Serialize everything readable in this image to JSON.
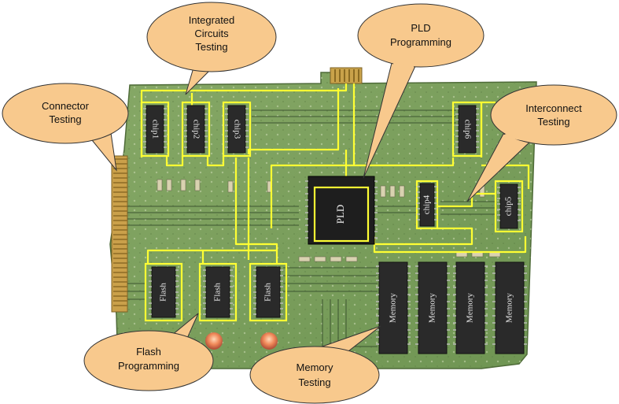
{
  "callouts": {
    "integrated": [
      "Integrated",
      "Circuits",
      "Testing"
    ],
    "pld": [
      "PLD",
      "Programming"
    ],
    "connector": [
      "Connector",
      "Testing"
    ],
    "interconnect": [
      "Interconnect",
      "Testing"
    ],
    "flash": [
      "Flash",
      "Programming"
    ],
    "memory": [
      "Memory",
      "Testing"
    ]
  },
  "chips": {
    "chip1": "chip1",
    "chip2": "chip2",
    "chip3": "chip3",
    "chip4": "chip4",
    "chip5": "chip5",
    "chip6": "chip6",
    "pld": "PLD",
    "flash": "Flash",
    "memory": "Memory"
  },
  "colors": {
    "board": "#7fa35e",
    "trace": "#ffff33",
    "callout_fill": "#f8c98d",
    "chip": "#2a2a2a"
  }
}
